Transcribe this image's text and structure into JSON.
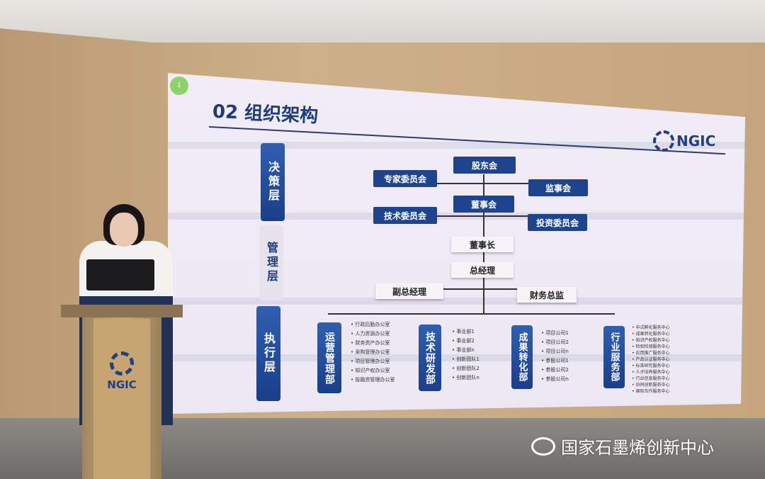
{
  "slide": {
    "page_badge": "1",
    "title": "02 组织架构",
    "logo_text": "NGIC",
    "layers": [
      "决策层",
      "管理层",
      "执行层"
    ],
    "decision": {
      "shareholders": "股东会",
      "experts": "专家委员会",
      "supervisors": "监事会",
      "board": "董事会",
      "tech": "技术委员会",
      "investment": "投资委员会"
    },
    "management": {
      "chairman": "董事长",
      "gm": "总经理",
      "deputy_gm": "副总经理",
      "cfo": "财务总监"
    },
    "departments": [
      {
        "name": "运营管理部",
        "items": [
          "行政后勤办公室",
          "人力资源办公室",
          "财务资产办公室",
          "采购管理办公室",
          "项目管理办公室",
          "知识产权办公室",
          "投融资管理办公室"
        ]
      },
      {
        "name": "技术研发部",
        "items": [
          "事业部1",
          "事业部2",
          "事业部n",
          "创新团队1",
          "创新团队2",
          "创新团队n"
        ]
      },
      {
        "name": "成果转化部",
        "items": [
          "项目公司1",
          "项目公司2",
          "项目公司n",
          "参股公司1",
          "参股公司2",
          "参股公司n"
        ]
      },
      {
        "name": "行业服务部",
        "items": [
          "中试孵化服务中心",
          "成果转化服务中心",
          "知识产权服务中心",
          "检验检测服务中心",
          "应用推广服务中心",
          "产品认证服务中心",
          "标准研究服务中心",
          "人才培养服务中心",
          "行业信息服务中心",
          "协同创新服务中心",
          "国际合作服务中心"
        ]
      }
    ]
  },
  "podium": {
    "logo_text": "NGIC"
  },
  "watermark": "国家石墨烯创新中心",
  "colors": {
    "navy": "#1f448e",
    "wall": "#c9a983",
    "screen": "#efeaf5"
  }
}
